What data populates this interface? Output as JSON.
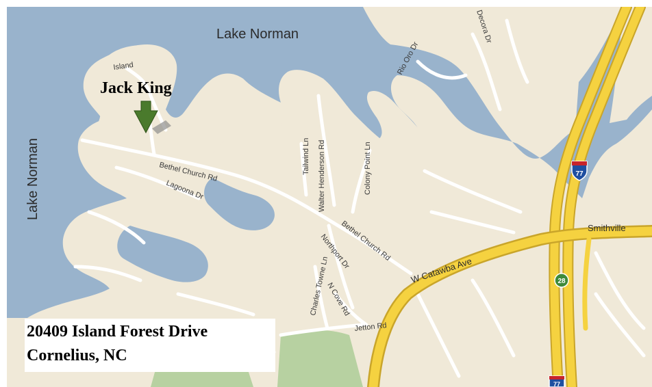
{
  "map": {
    "water_labels": [
      "Lake Norman",
      "Lake Norman"
    ],
    "streets": [
      "Bethel Church Rd",
      "Lagoona Dr",
      "Island",
      "Tailwind Ln",
      "Walter Henderson Rd",
      "Colony Point Ln",
      "Bethel Church Rd",
      "Northport Dr",
      "Charles Towne Ln",
      "N Cove Rd",
      "Jetton Rd",
      "W Catawba Ave",
      "Rio Oro Dr",
      "Decora Dr",
      "Smithville"
    ],
    "shields": [
      "77",
      "28",
      "77"
    ],
    "colors": {
      "water": "#99b3cc",
      "land": "#f0e9d8",
      "road": "#ffffff",
      "highway": "#f5d240",
      "park": "#b7d1a1",
      "marker": "#4a7a2c"
    },
    "marker_icon": "green-pin-icon"
  },
  "owner_label": "Jack King",
  "address": {
    "line1": "20409 Island Forest Drive",
    "line2": "Cornelius, NC"
  }
}
